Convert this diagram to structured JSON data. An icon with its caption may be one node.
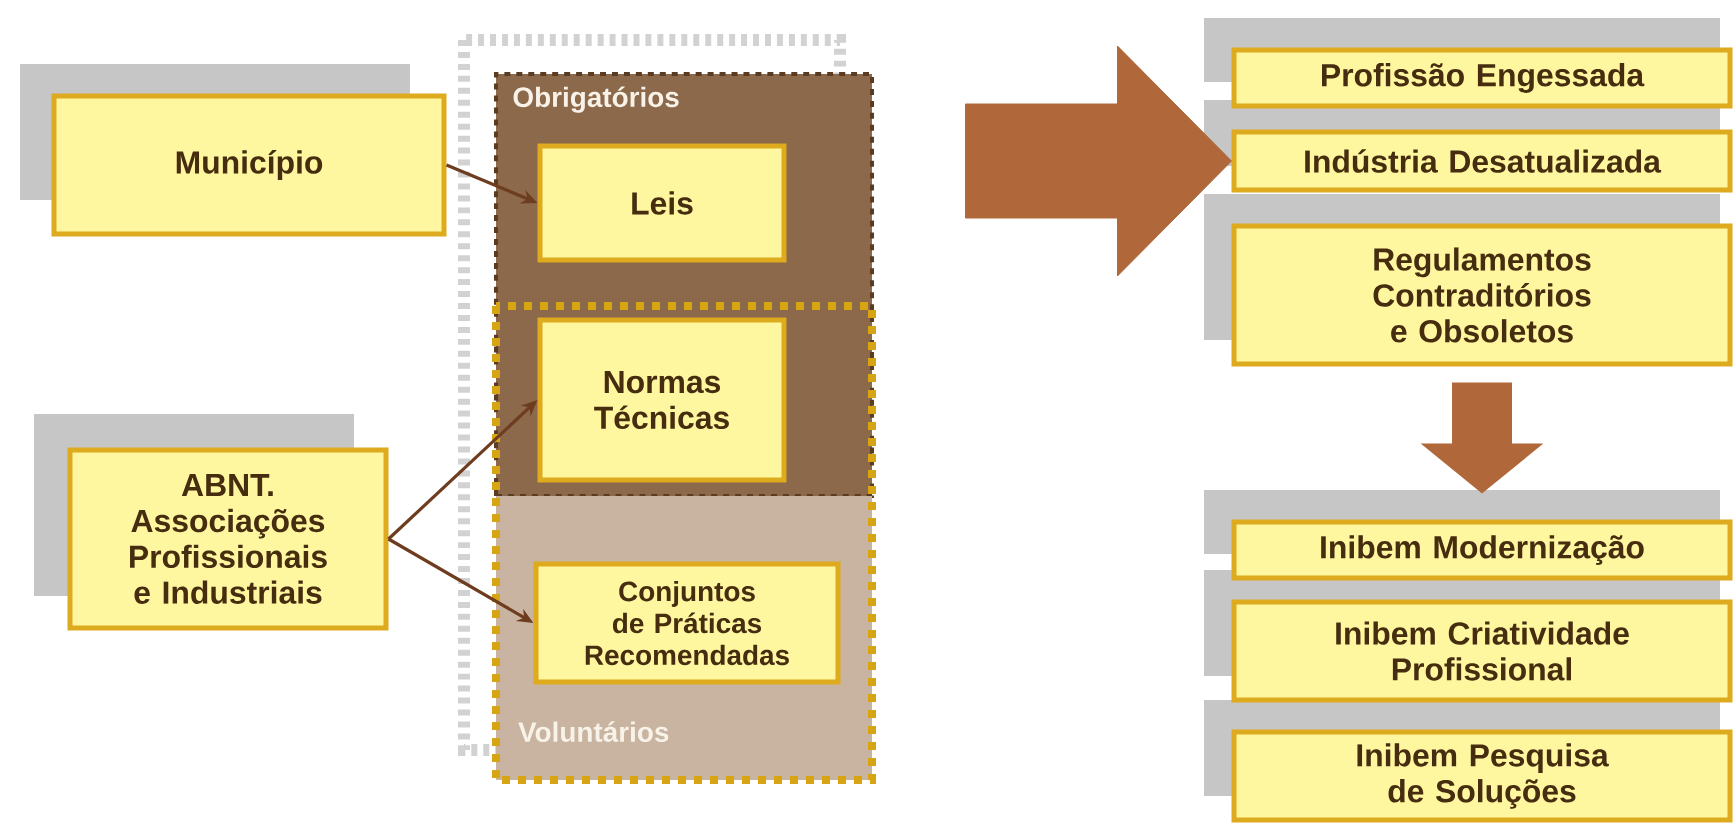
{
  "diagram": {
    "nodes": [
      {
        "text": [
          "Município"
        ]
      },
      {
        "text": [
          "Obrigatórios"
        ]
      },
      {
        "text": [
          "Leis"
        ],
        "in": 1
      },
      {
        "text": [
          "Normas Técnicas"
        ],
        "in": 1
      },
      {
        "text": [
          "ABNT. Associações Profissionais e Industriais"
        ]
      },
      {
        "text": [
          "Voluntários"
        ]
      },
      {
        "text": [
          "Conjuntos de Práticas Recomendadas"
        ],
        "in": 5
      },
      {
        "text": [
          "Profissão Engessada"
        ]
      },
      {
        "text": [
          "Indústria Desatualizada"
        ]
      },
      {
        "text": [
          "Regulamentos Contraditórios e Obsoletos"
        ]
      },
      {
        "text": [
          "Inibem Modernização"
        ]
      },
      {
        "text": [
          "Inibem Criatividade Profissional"
        ]
      },
      {
        "text": [
          "Inibem Pesquisa de Soluções"
        ]
      }
    ],
    "edges": [
      {
        "from": 0,
        "to": 2,
        "arrow": "to"
      },
      {
        "from": 4,
        "to": 3,
        "arrow": "to"
      },
      {
        "from": 4,
        "to": 6,
        "arrow": "to"
      },
      {
        "from": null,
        "to": 8,
        "arrow": "to",
        "style": "thick",
        "color": "#b0683a"
      },
      {
        "from": 9,
        "to": 10,
        "arrow": "to",
        "style": "thick",
        "color": "#b0683a"
      }
    ]
  }
}
